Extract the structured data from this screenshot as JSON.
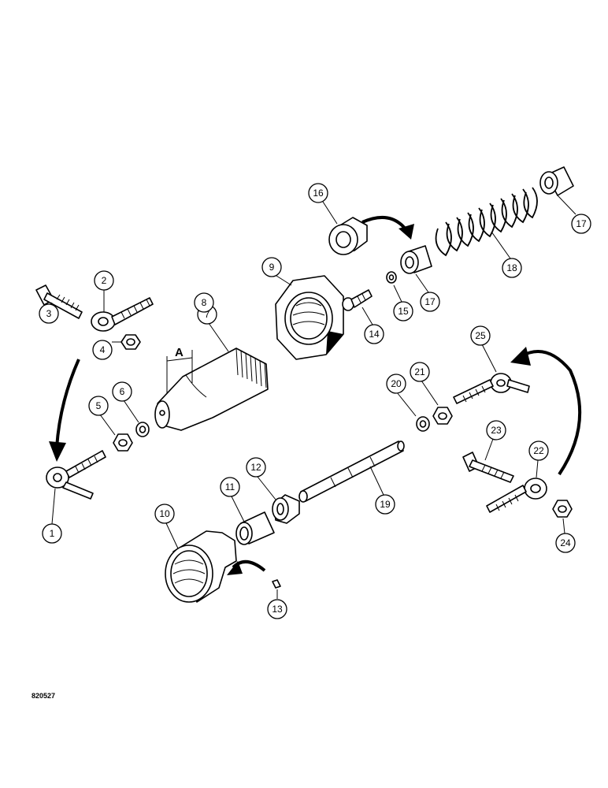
{
  "figure_code": "820527",
  "dimension_label": "A",
  "callouts": [
    {
      "id": "1",
      "label": "1"
    },
    {
      "id": "2",
      "label": "2"
    },
    {
      "id": "3",
      "label": "3"
    },
    {
      "id": "4",
      "label": "4"
    },
    {
      "id": "5",
      "label": "5"
    },
    {
      "id": "6",
      "label": "6"
    },
    {
      "id": "7",
      "label": "7"
    },
    {
      "id": "8",
      "label": "8"
    },
    {
      "id": "9",
      "label": "9"
    },
    {
      "id": "10",
      "label": "10"
    },
    {
      "id": "11",
      "label": "11"
    },
    {
      "id": "12",
      "label": "12"
    },
    {
      "id": "13",
      "label": "13"
    },
    {
      "id": "14",
      "label": "14"
    },
    {
      "id": "15",
      "label": "15"
    },
    {
      "id": "16",
      "label": "16"
    },
    {
      "id": "17a",
      "label": "17"
    },
    {
      "id": "17b",
      "label": "17"
    },
    {
      "id": "18",
      "label": "18"
    },
    {
      "id": "19",
      "label": "19"
    },
    {
      "id": "20",
      "label": "20"
    },
    {
      "id": "21",
      "label": "21"
    },
    {
      "id": "22",
      "label": "22"
    },
    {
      "id": "23",
      "label": "23"
    },
    {
      "id": "24",
      "label": "24"
    },
    {
      "id": "25",
      "label": "25"
    }
  ]
}
